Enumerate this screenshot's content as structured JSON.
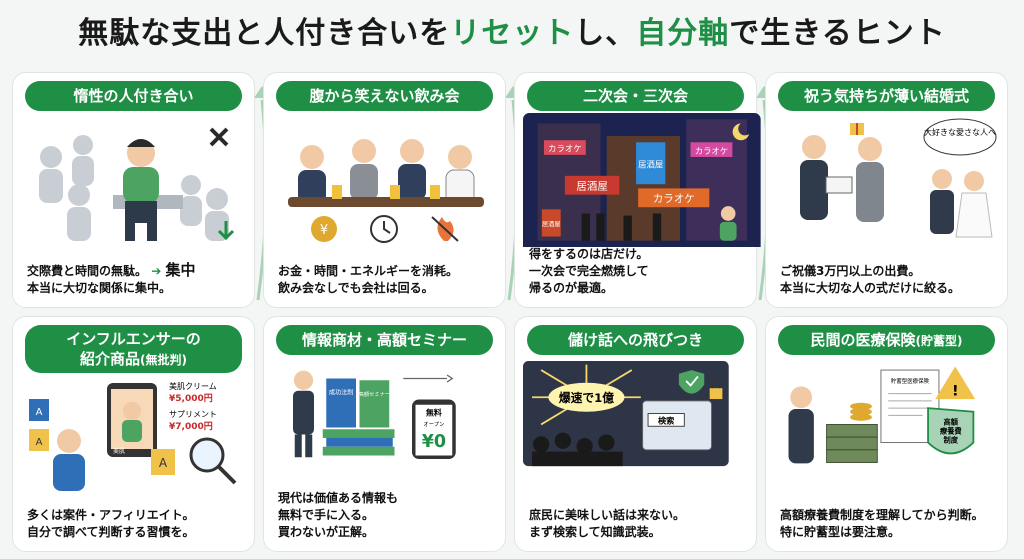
{
  "title": {
    "part1": "無駄な支出と人付き合いを",
    "part2": "リセット",
    "part3": "し、",
    "part4": "自分軸",
    "part5": "で生きるヒント"
  },
  "panels": [
    {
      "heading": "惰性の人付き合い",
      "art_text": "集中",
      "lines": [
        "交際費と時間の無駄。",
        "本当に大切な関係に集中。"
      ]
    },
    {
      "heading": "腹から笑えない飲み会",
      "art_text": "",
      "lines": [
        "お金・時間・エネルギーを消耗。",
        "飲み会なしでも会社は回る。"
      ]
    },
    {
      "heading": "二次会・三次会",
      "art_signs": [
        "カラオケ",
        "居酒屋",
        "カラオケ",
        "居酒屋",
        "カラオケ",
        "居酒屋"
      ],
      "lines": [
        "得をするのは店だけ。",
        "一次会で完全燃焼して",
        "帰るのが最適。"
      ]
    },
    {
      "heading": "祝う気持ちが薄い結婚式",
      "art_text": "大好きな愛さな人へ",
      "lines": [
        "ご祝儀3万円以上の出費。",
        "本当に大切な人の式だけに絞る。"
      ]
    },
    {
      "heading": "インフルエンサーの",
      "heading2": "紹介商品",
      "heading2_sub": "(無批判)",
      "art_items": [
        {
          "name": "美肌クリーム",
          "price": "¥5,000円"
        },
        {
          "name": "サプリメント",
          "price": "¥7,000円"
        }
      ],
      "art_label": "美肌",
      "lines": [
        "多くは案件・アフィリエイト。",
        "自分で調べて判断する習慣を。"
      ]
    },
    {
      "heading": "情報商材・高額セミナー",
      "art_books": [
        "成功法則",
        "高額セミナー"
      ],
      "art_phone": [
        "無料",
        "オープン",
        "¥0"
      ],
      "lines": [
        "現代は価値ある情報も",
        "無料で手に入る。",
        "買わないが正解。"
      ]
    },
    {
      "heading": "儲け話への飛びつき",
      "art_text": "爆速で1億",
      "art_search": "検索",
      "lines": [
        "庶民に美味しい話は来ない。",
        "まず検索して知識武装。"
      ]
    },
    {
      "heading": "民間の医療保険",
      "heading_sub": "(貯蓄型)",
      "art_doc": "貯蓄型医療保険",
      "art_badge": [
        "高額",
        "療養費",
        "制度"
      ],
      "lines": [
        "高額療養費制度を理解してから判断。",
        "特に貯蓄型は要注意。"
      ]
    }
  ],
  "colors": {
    "accent": "#1f8f46",
    "background": "#f3f6f4",
    "night": "#1c2350"
  }
}
